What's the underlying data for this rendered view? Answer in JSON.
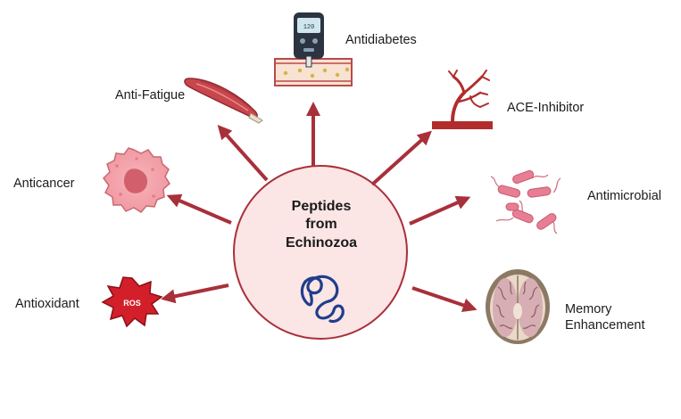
{
  "center": {
    "lines": [
      "Peptides",
      "from",
      "Echinozoa"
    ]
  },
  "labels": {
    "antidiabetes": "Antidiabetes",
    "anti_fatigue": "Anti-Fatigue",
    "ace_inhibitor": "ACE-Inhibitor",
    "anticancer": "Anticancer",
    "antimicrobial": "Antimicrobial",
    "antioxidant": "Antioxidant",
    "memory_line1": "Memory",
    "memory_line2": "Enhancement"
  },
  "ros_badge": "ROS",
  "glucometer_readout": "120",
  "colors": {
    "arrow": "#a8303a",
    "circle_fill": "#fbe5e5",
    "circle_stroke": "#a8303a",
    "peptide_strand": "#1f3e8c"
  }
}
